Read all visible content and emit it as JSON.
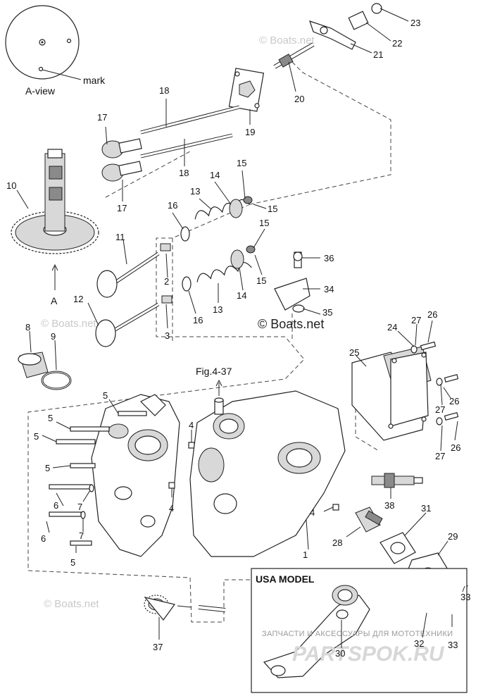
{
  "labels": {
    "a_view": "A-view",
    "mark": "mark",
    "arrow_a": "A",
    "fig_ref": "Fig.4-37",
    "usa_model": "USA MODEL"
  },
  "watermarks": {
    "boats": "© Boats.net",
    "store_tagline": "ЗАПЧАСТИ И АКСЕССУАРЫ ДЛЯ МОТОТЕХНИКИ",
    "store_name": "PARTSPOK.RU"
  },
  "callouts": [
    {
      "id": "23",
      "text": "23"
    },
    {
      "id": "22",
      "text": "22"
    },
    {
      "id": "21",
      "text": "21"
    },
    {
      "id": "20",
      "text": "20"
    },
    {
      "id": "19",
      "text": "19"
    },
    {
      "id": "18a",
      "text": "18"
    },
    {
      "id": "18b",
      "text": "18"
    },
    {
      "id": "17a",
      "text": "17"
    },
    {
      "id": "17b",
      "text": "17"
    },
    {
      "id": "10",
      "text": "10"
    },
    {
      "id": "15a",
      "text": "15"
    },
    {
      "id": "15b",
      "text": "15"
    },
    {
      "id": "15c",
      "text": "15"
    },
    {
      "id": "15d",
      "text": "15"
    },
    {
      "id": "14a",
      "text": "14"
    },
    {
      "id": "14b",
      "text": "14"
    },
    {
      "id": "13a",
      "text": "13"
    },
    {
      "id": "13b",
      "text": "13"
    },
    {
      "id": "16a",
      "text": "16"
    },
    {
      "id": "16b",
      "text": "16"
    },
    {
      "id": "11",
      "text": "11"
    },
    {
      "id": "2",
      "text": "2"
    },
    {
      "id": "12",
      "text": "12"
    },
    {
      "id": "3",
      "text": "3"
    },
    {
      "id": "36",
      "text": "36"
    },
    {
      "id": "34",
      "text": "34"
    },
    {
      "id": "35",
      "text": "35"
    },
    {
      "id": "8",
      "text": "8"
    },
    {
      "id": "9",
      "text": "9"
    },
    {
      "id": "24",
      "text": "24"
    },
    {
      "id": "27a",
      "text": "27"
    },
    {
      "id": "26a",
      "text": "26"
    },
    {
      "id": "25",
      "text": "25"
    },
    {
      "id": "26b",
      "text": "26"
    },
    {
      "id": "27b",
      "text": "27"
    },
    {
      "id": "26c",
      "text": "26"
    },
    {
      "id": "27c",
      "text": "27"
    },
    {
      "id": "5a",
      "text": "5"
    },
    {
      "id": "5b",
      "text": "5"
    },
    {
      "id": "5c",
      "text": "5"
    },
    {
      "id": "5d",
      "text": "5"
    },
    {
      "id": "5e",
      "text": "5"
    },
    {
      "id": "6a",
      "text": "6"
    },
    {
      "id": "6b",
      "text": "6"
    },
    {
      "id": "7a",
      "text": "7"
    },
    {
      "id": "7b",
      "text": "7"
    },
    {
      "id": "4a",
      "text": "4"
    },
    {
      "id": "4b",
      "text": "4"
    },
    {
      "id": "4c",
      "text": "4"
    },
    {
      "id": "38",
      "text": "38"
    },
    {
      "id": "31",
      "text": "31"
    },
    {
      "id": "1",
      "text": "1"
    },
    {
      "id": "28",
      "text": "28"
    },
    {
      "id": "29",
      "text": "29"
    },
    {
      "id": "33a",
      "text": "33"
    },
    {
      "id": "33b",
      "text": "33"
    },
    {
      "id": "32",
      "text": "32"
    },
    {
      "id": "30",
      "text": "30"
    },
    {
      "id": "37",
      "text": "37"
    }
  ]
}
